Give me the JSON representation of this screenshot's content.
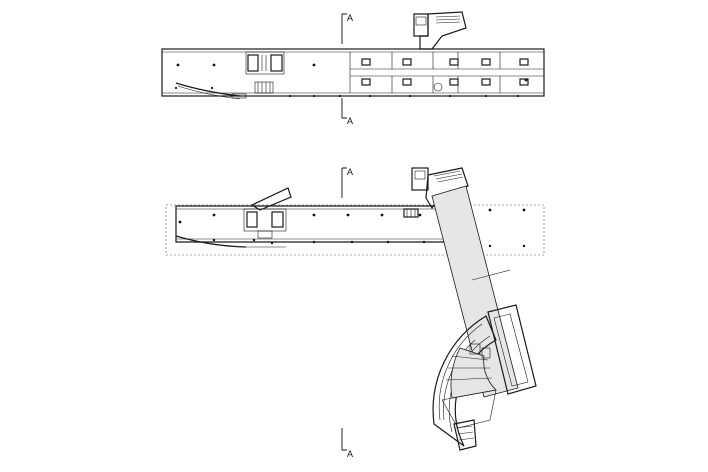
{
  "section_marks": {
    "upper_top": "A",
    "upper_bottom": "A",
    "lower_top": "A",
    "lower_bottom": "A"
  },
  "colors": {
    "line": "#1a1a1a",
    "fill": "#e6e6e6",
    "background": "#ffffff"
  }
}
